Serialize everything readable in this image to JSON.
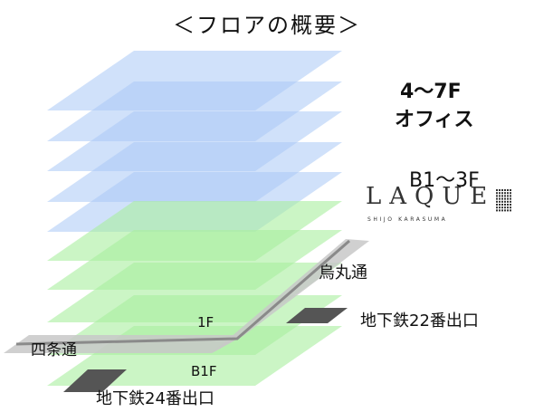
{
  "title": "＜フロアの概要＞",
  "floors": {
    "office_range": "4〜7F",
    "office_label": "オフィス",
    "commercial_range": "B1〜3F",
    "ground": "1F",
    "basement": "B1F"
  },
  "brand": {
    "name": "LAQUE",
    "sub": "SHIJO KARASUMA"
  },
  "streets": {
    "karasuma": "烏丸通",
    "shijo": "四条通"
  },
  "exits": {
    "exit22": "地下鉄22番出口",
    "exit24": "地下鉄24番出口"
  },
  "colors": {
    "office_floor": "#a9c9f6",
    "commercial_floor": "#a8ef9e",
    "road": "#c8c8c8",
    "road_line": "#8a8a8a",
    "exit_block": "#555555"
  }
}
